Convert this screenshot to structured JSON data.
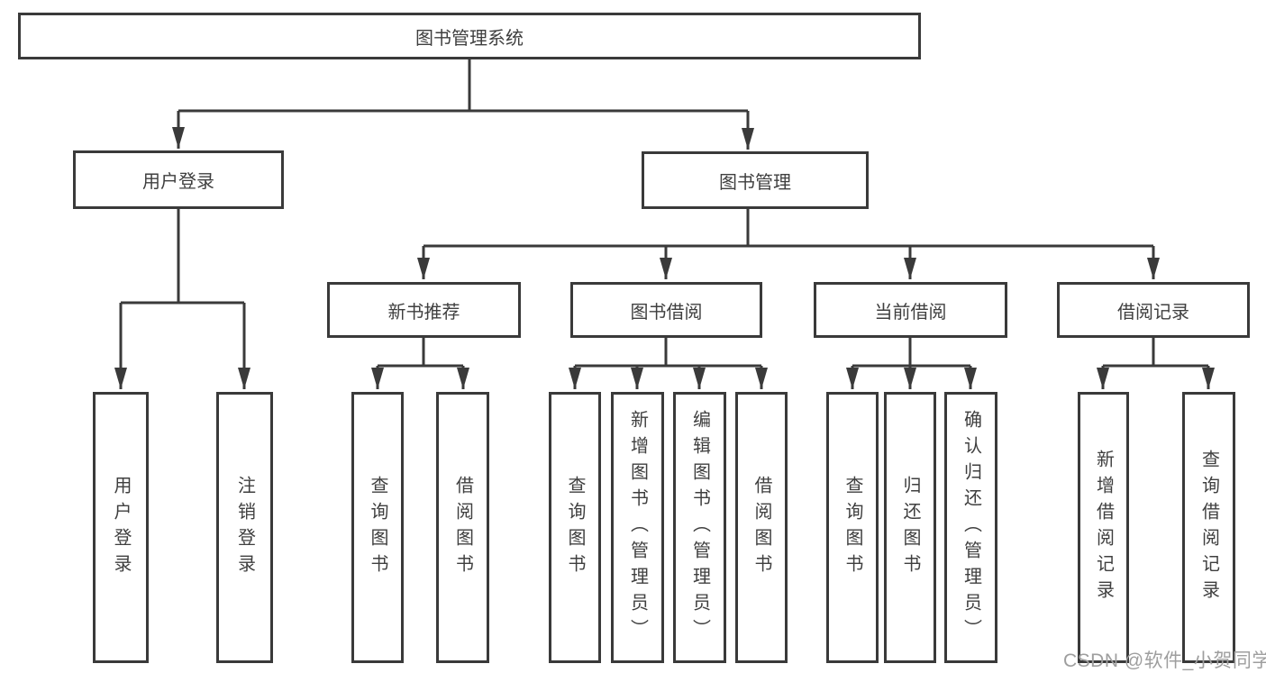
{
  "diagram": {
    "title": "图书管理系统",
    "root": {
      "label": "图书管理系统"
    },
    "level2": [
      {
        "id": "user-login",
        "label": "用户登录"
      },
      {
        "id": "book-management",
        "label": "图书管理"
      }
    ],
    "level3": [
      {
        "id": "new-book-recommendation",
        "label": "新书推荐"
      },
      {
        "id": "book-borrowing",
        "label": "图书借阅"
      },
      {
        "id": "current-borrowing",
        "label": "当前借阅"
      },
      {
        "id": "borrowing-records",
        "label": "借阅记录"
      }
    ],
    "leaves": {
      "user_login": [
        "用户登录",
        "注销登录"
      ],
      "new_book": [
        "查询图书",
        "借阅图书"
      ],
      "book_borrow": [
        "查询图书",
        "新增图书（管理员）",
        "编辑图书（管理员）",
        "借阅图书"
      ],
      "current_borrow": [
        "查询图书",
        "归还图书",
        "确认归还（管理员）"
      ],
      "borrow_records": [
        "新增借阅记录",
        "查询借阅记录"
      ]
    },
    "colors": {
      "line": "#3a3a3a",
      "text": "#3f3f3f",
      "box_background": "#ffffff",
      "watermark": "#9e9e9e"
    },
    "watermark": "CSDN @软件_小贺同学"
  }
}
